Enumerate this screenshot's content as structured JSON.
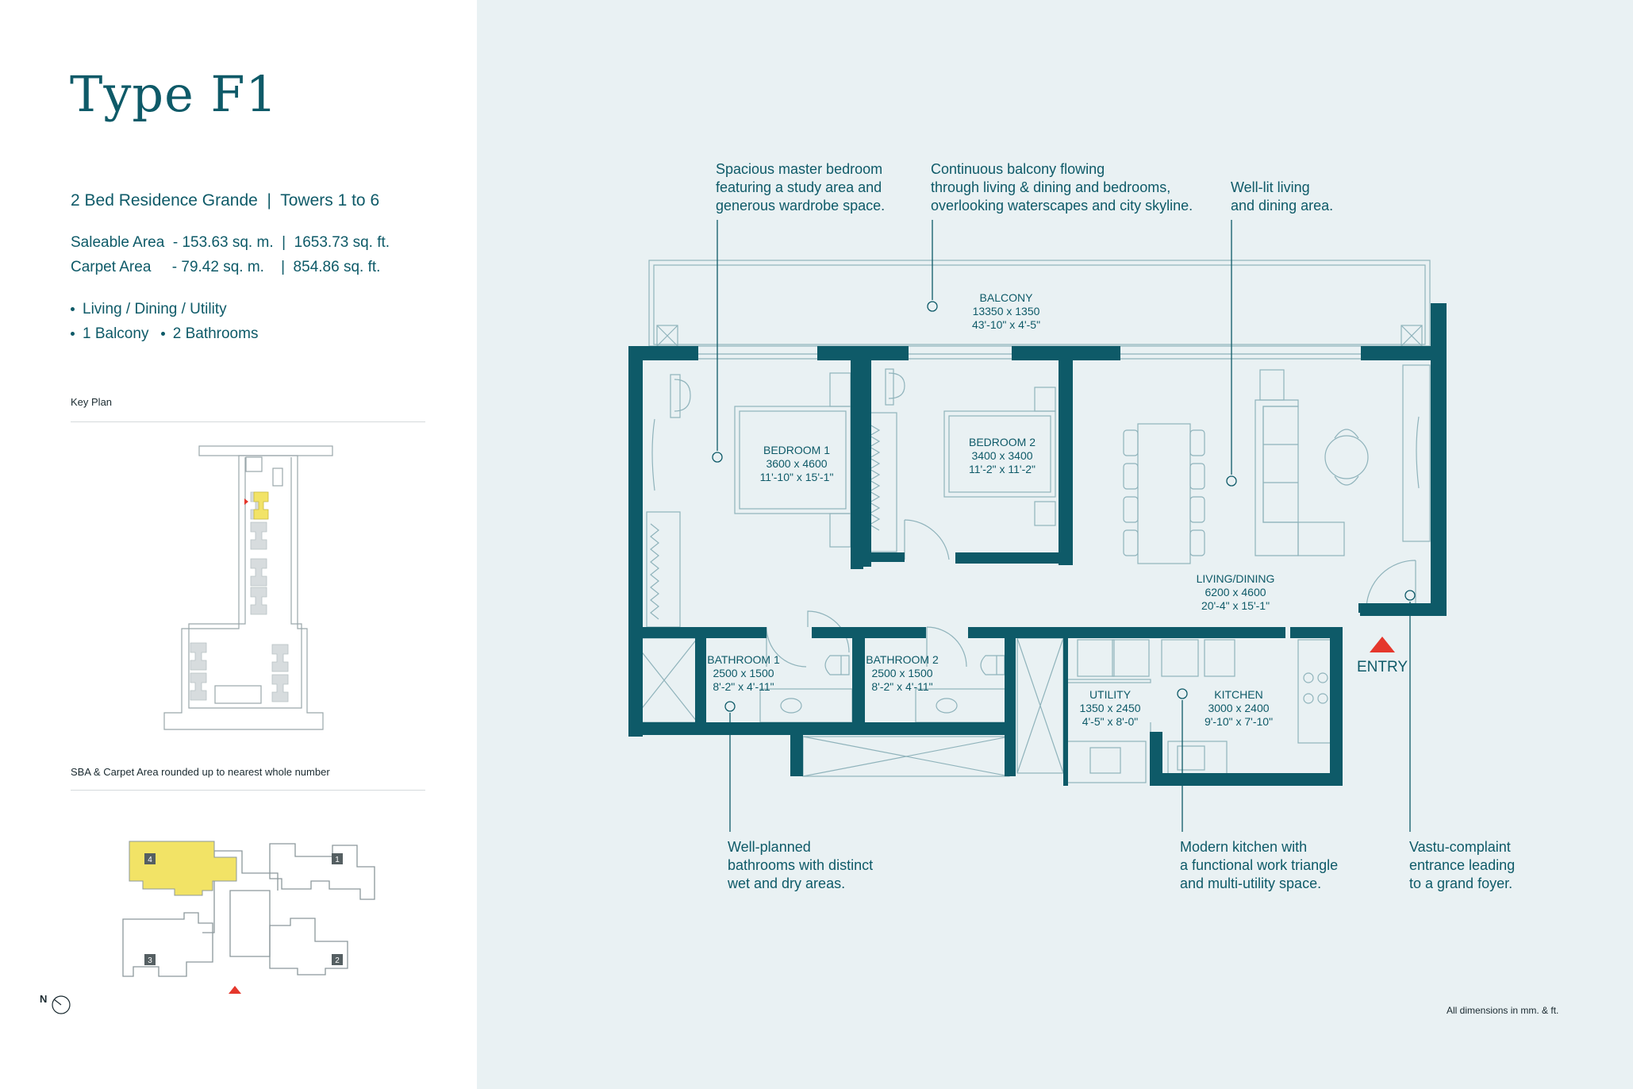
{
  "title": "Type F1",
  "subtitle": "2 Bed Residence Grande  |  Towers 1 to 6",
  "areas": [
    {
      "label": "Saleable Area  - 153.63 sq. m.  |  1653.73 sq. ft."
    },
    {
      "label": "Carpet Area     - 79.42 sq. m.    |  854.86 sq. ft."
    }
  ],
  "features": {
    "line1": "Living / Dining / Utility",
    "line2a": "1 Balcony",
    "line2b": "2 Bathrooms"
  },
  "key_plan_label": "Key Plan",
  "rounding_note": "SBA & Carpet Area rounded up to nearest whole number",
  "north_label": "N",
  "towers": [
    "1",
    "2",
    "3",
    "4"
  ],
  "rooms": {
    "balcony": {
      "name": "BALCONY",
      "mm": "13350 x 1350",
      "ft": "43'-10\" x 4'-5\""
    },
    "bedroom1": {
      "name": "BEDROOM 1",
      "mm": "3600 x 4600",
      "ft": "11'-10\" x 15'-1\""
    },
    "bedroom2": {
      "name": "BEDROOM 2",
      "mm": "3400 x 3400",
      "ft": "11'-2\" x 11'-2\""
    },
    "living": {
      "name": "LIVING/DINING",
      "mm": "6200 x 4600",
      "ft": "20'-4\" x 15'-1\""
    },
    "bath1": {
      "name": "BATHROOM 1",
      "mm": "2500 x 1500",
      "ft": "8'-2\" x 4'-11\""
    },
    "bath2": {
      "name": "BATHROOM 2",
      "mm": "2500 x 1500",
      "ft": "8'-2\" x 4'-11\""
    },
    "utility": {
      "name": "UTILITY",
      "mm": "1350 x 2450",
      "ft": "4'-5\" x 8'-0\""
    },
    "kitchen": {
      "name": "KITCHEN",
      "mm": "3000 x 2400",
      "ft": "9'-10\" x 7'-10\""
    }
  },
  "entry_label": "ENTRY",
  "callouts": {
    "master": "Spacious master bedroom\nfeaturing a study area and\ngenerous wardrobe space.",
    "balcony": "Continuous balcony flowing\nthrough living & dining and bedrooms,\noverlooking waterscapes and city skyline.",
    "living": "Well-lit living\nand dining area.",
    "bathrooms": "Well-planned\nbathrooms with distinct\nwet and dry areas.",
    "kitchen": "Modern kitchen with\na functional work triangle\nand multi-utility space.",
    "entrance": "Vastu-complaint\nentrance leading\nto a grand foyer."
  },
  "dims_note": "All dimensions in mm. & ft.",
  "colors": {
    "wall": "#0e5a68",
    "accent": "#f2e366",
    "bg": "#e9f1f3",
    "entry": "#e5372c"
  }
}
